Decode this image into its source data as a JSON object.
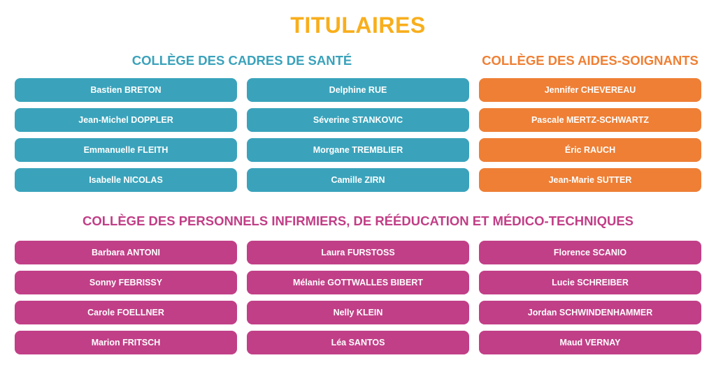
{
  "title": "TITULAIRES",
  "colors": {
    "title": "#f8ae1c",
    "cadres": "#3aa3bb",
    "aides": "#ee7f35",
    "infirmiers": "#c13f87"
  },
  "cadres": {
    "heading": "COLLÈGE DES CADRES DE SANTÉ",
    "col1": [
      "Bastien BRETON",
      "Jean-Michel DOPPLER",
      "Emmanuelle FLEITH",
      "Isabelle NICOLAS"
    ],
    "col2": [
      "Delphine RUE",
      "Séverine STANKOVIC",
      "Morgane TREMBLIER",
      "Camille ZIRN"
    ]
  },
  "aides": {
    "heading": "COLLÈGE DES AIDES-SOIGNANTS",
    "col1": [
      "Jennifer CHEVEREAU",
      "Pascale MERTZ-SCHWARTZ",
      "Éric RAUCH",
      "Jean-Marie SUTTER"
    ]
  },
  "infirmiers": {
    "heading": "COLLÈGE DES PERSONNELS INFIRMIERS, DE RÉÉDUCATION ET MÉDICO-TECHNIQUES",
    "col1": [
      "Barbara ANTONI",
      "Sonny FEBRISSY",
      "Carole FOELLNER",
      "Marion FRITSCH"
    ],
    "col2": [
      "Laura FURSTOSS",
      "Mélanie GOTTWALLES BIBERT",
      "Nelly KLEIN",
      "Léa SANTOS"
    ],
    "col3": [
      "Florence SCANIO",
      "Lucie SCHREIBER",
      "Jordan SCHWINDENHAMMER",
      "Maud VERNAY"
    ]
  }
}
